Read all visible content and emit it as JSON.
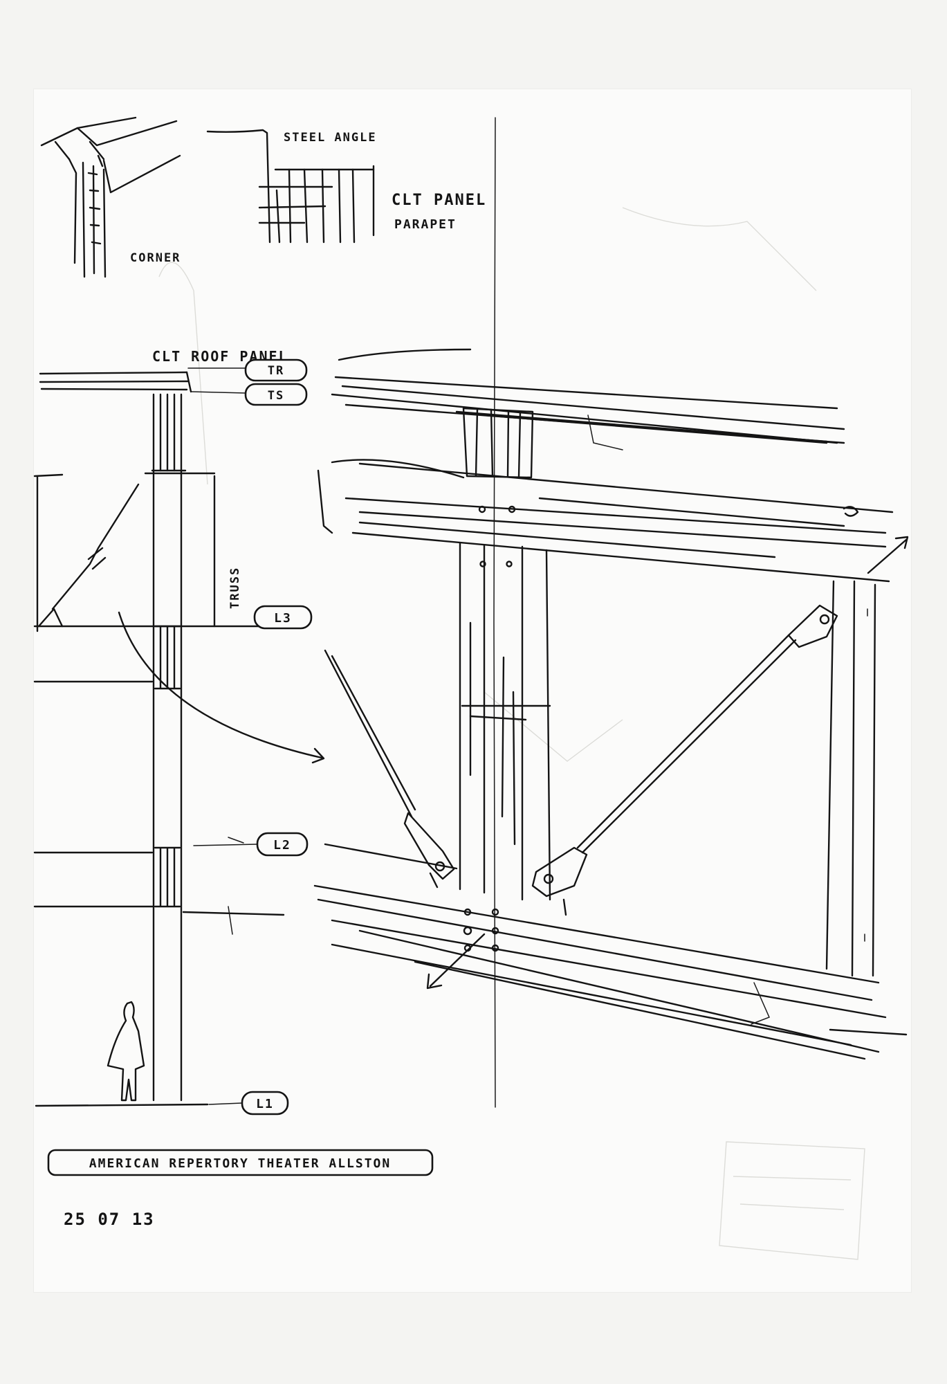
{
  "detail_labels": {
    "steel_angle": "STEEL ANGLE",
    "clt_panel": "CLT PANEL",
    "parapet": "PARAPET",
    "corner": "CORNER"
  },
  "section_labels": {
    "roof_panel": "CLT ROOF PANEL",
    "truss": "TRUSS"
  },
  "level_tags": {
    "tr": "TR",
    "ts": "TS",
    "l3": "L3",
    "l2": "L2",
    "l1": "L1"
  },
  "project_title": "AMERICAN REPERTORY THEATER ALLSTON",
  "date_code": "25 07 13",
  "colors": {
    "ink": "#141414",
    "paper": "#fbfbfa",
    "ghost": "#dcdcd8"
  }
}
